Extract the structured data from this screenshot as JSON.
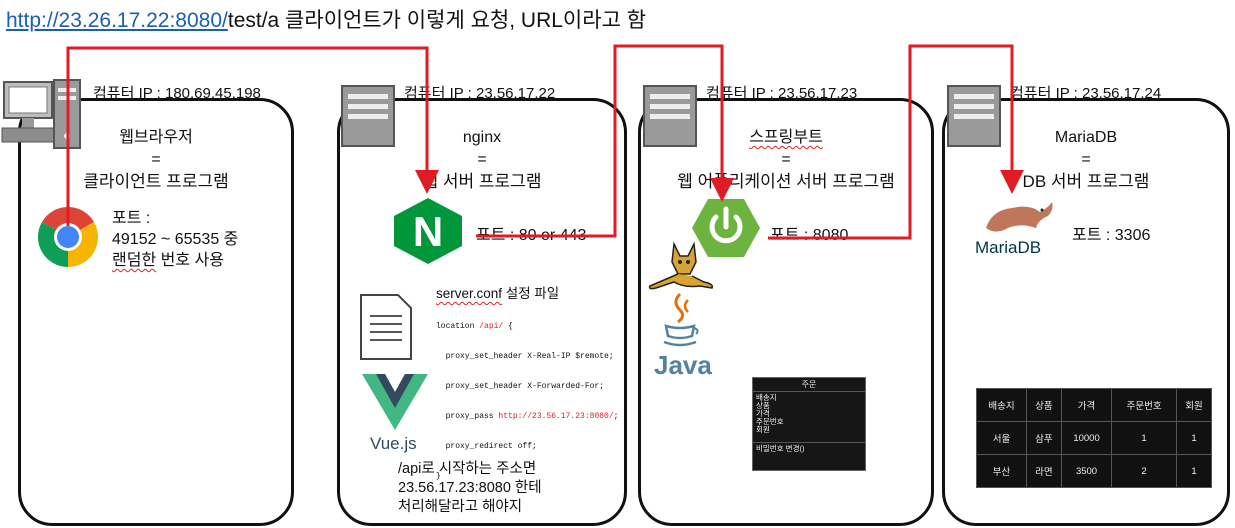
{
  "title": {
    "url": "http://23.26.17.22:8080/",
    "rest": "test/a 클라이언트가 이렇게 요청, URL이라고 함"
  },
  "client": {
    "ip": "컴퓨터 IP : 180.69.45.198",
    "name": "웹브라우저",
    "eq": "=",
    "role": "클라이언트 프로그램",
    "port_title": "포트 :",
    "port_range": "49152 ~ 65535 중",
    "port_use_a": "랜덤한",
    "port_use_b": " 번호 사용",
    "icons": [
      "desktop-computer-icon",
      "chrome-icon"
    ]
  },
  "nginx": {
    "ip": "컴퓨터 IP : 23.56.17.22",
    "name": "nginx",
    "eq": "=",
    "role": "웹 서버 프로그램",
    "port": "포트 : 80 or 443",
    "logo_letter": "N",
    "conf_name": "server.conf",
    "conf_label": " 설정 파일",
    "conf_lines": [
      {
        "a": "location ",
        "r": "/api/",
        "b": " {"
      },
      {
        "a": "  proxy_set_header X-Real-IP $remote;",
        "r": "",
        "b": ""
      },
      {
        "a": "  proxy_set_header X-Forwarded-For;",
        "r": "",
        "b": ""
      },
      {
        "a": "  proxy_pass ",
        "r": "http://23.56.17.23:8080/",
        "b": ";"
      },
      {
        "a": "  proxy_redirect off;",
        "r": "",
        "b": ""
      },
      {
        "a": "}",
        "r": "",
        "b": ""
      }
    ],
    "vue_label": "Vue.js",
    "note": [
      "/api로 시작하는 주소면",
      "23.56.17.23:8080 한테",
      "처리해달라고 해야지"
    ],
    "icons": [
      "server-icon",
      "nginx-logo-icon",
      "document-icon",
      "vue-logo-icon"
    ]
  },
  "spring": {
    "ip": "컴퓨터 IP : 23.56.17.23",
    "name": "스프링부트",
    "eq": "=",
    "role": "웹 어플리케이션 서버 프로그램",
    "port": "포트 : 8080",
    "java_label": "Java",
    "window": {
      "title": "주문",
      "fields": [
        "배송지",
        "상품",
        "가격",
        "주문번호",
        "회원"
      ],
      "footer": "비밀번호 변경()"
    },
    "icons": [
      "server-icon",
      "spring-power-icon",
      "tomcat-icon",
      "java-cup-icon"
    ]
  },
  "mariadb": {
    "ip": "컴퓨터 IP : 23.56.17.24",
    "name": "MariaDB",
    "eq": "=",
    "role": "DB 서버 프로그램",
    "port": "포트 : 3306",
    "logo_label": "MariaDB",
    "table": {
      "headers": [
        "배송지",
        "상품",
        "가격",
        "주문번호",
        "회원"
      ],
      "rows": [
        [
          "서울",
          "삼푸",
          "10000",
          "1",
          "1"
        ],
        [
          "부산",
          "라면",
          "3500",
          "2",
          "1"
        ]
      ]
    },
    "icons": [
      "server-icon",
      "mariadb-seal-icon"
    ]
  },
  "colors": {
    "arrow": "#e01b24",
    "nginx_green": "#009639",
    "spring_green": "#6db33f",
    "vue_green": "#41b883",
    "vue_dark": "#34495e",
    "mariadb_blue": "#003545",
    "link_blue": "#1a5fb4"
  }
}
